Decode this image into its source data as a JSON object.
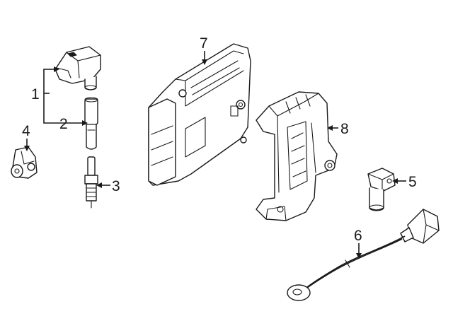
{
  "callouts": {
    "c1": "1",
    "c2": "2",
    "c3": "3",
    "c4": "4",
    "c5": "5",
    "c6": "6",
    "c7": "7",
    "c8": "8"
  },
  "icons": {
    "part1": "ignition-coil-icon",
    "part2": "coil-boot-icon",
    "part3": "spark-plug-icon",
    "part4": "camshaft-sensor-icon",
    "part5": "crankshaft-sensor-icon",
    "part6": "knock-sensor-icon",
    "part7": "engine-control-module-icon",
    "part8": "ecm-bracket-icon"
  },
  "colors": {
    "line": "#1a1a1a",
    "background": "#ffffff"
  }
}
